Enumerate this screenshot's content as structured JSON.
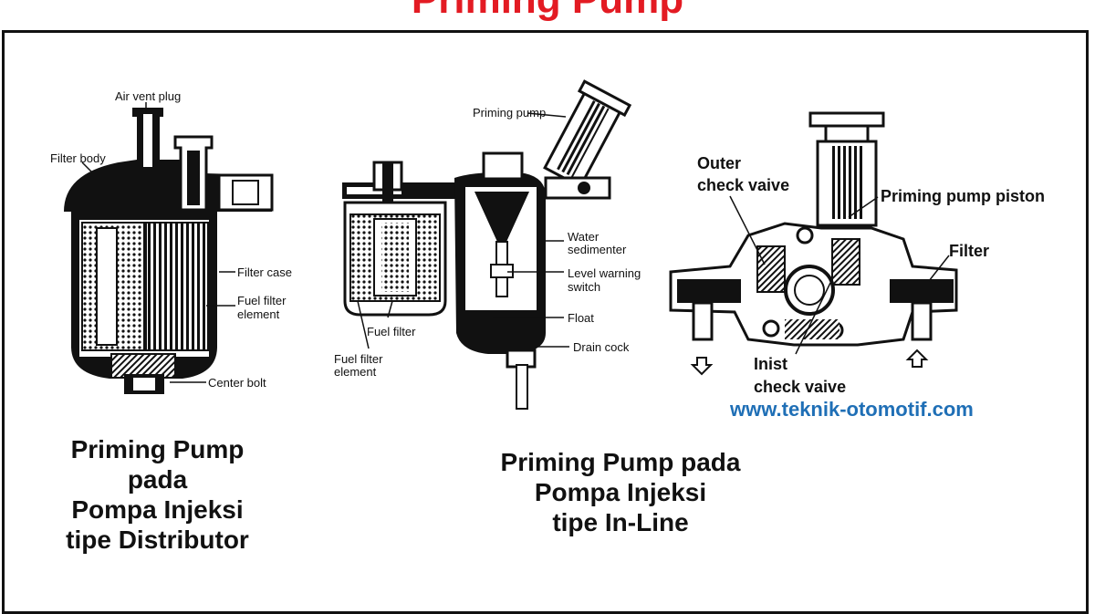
{
  "title": "Priming Pump",
  "left_diagram": {
    "labels": {
      "air_vent_plug": "Air vent plug",
      "filter_body": "Filter body",
      "filter_case": "Filter case",
      "fuel_filter_element_1": "Fuel filter",
      "fuel_filter_element_2": "element",
      "center_bolt": "Center bolt"
    },
    "caption": [
      "Priming Pump",
      "pada",
      "Pompa Injeksi",
      "tipe Distributor"
    ]
  },
  "middle_diagram": {
    "labels": {
      "priming_pump": "Priming pump",
      "water_sedimenter_1": "Water",
      "water_sedimenter_2": "sedimenter",
      "level_warning_1": "Level warning",
      "level_warning_2": "switch",
      "fuel_filter": "Fuel filter",
      "float": "Float",
      "drain_cock": "Drain cock",
      "fuel_filter_element_1": "Fuel filter",
      "fuel_filter_element_2": "element"
    },
    "caption": [
      "Priming Pump pada",
      "Pompa Injeksi",
      "tipe In-Line"
    ]
  },
  "right_diagram": {
    "labels": {
      "outer_check_valve_1": "Outer",
      "outer_check_valve_2": "check vaive",
      "priming_pump_piston": "Priming pump piston",
      "filter": "Filter",
      "inist_check_valve_1": "Inist",
      "inist_check_valve_2": "check vaive"
    }
  },
  "website": "www.teknik-otomotif.com",
  "colors": {
    "title": "#e31b23",
    "website": "#1f6fb6",
    "ink": "#111111"
  }
}
